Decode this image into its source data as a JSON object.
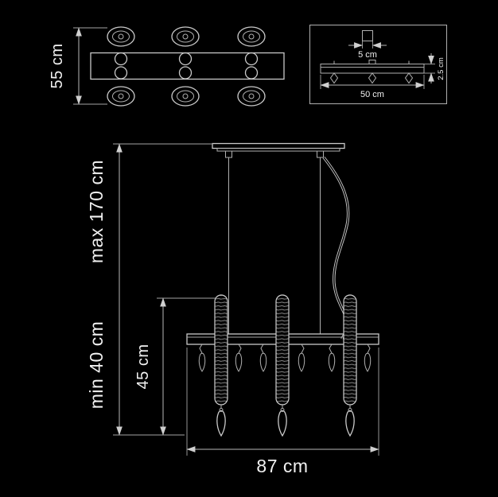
{
  "colors": {
    "background": "#000000",
    "line": "#c9c9c9",
    "text": "#f1f1f1"
  },
  "top_view": {
    "depth_label": "55 cm"
  },
  "inset": {
    "canopy_width_label": "5 cm",
    "plate_length_label": "50 cm",
    "plate_thickness_label": "2.5 cm"
  },
  "front_view": {
    "max_drop_label": "max 170 cm",
    "min_drop_label": "min 40 cm",
    "candle_height_label": "45 cm",
    "fixture_width_label": "87 cm"
  }
}
